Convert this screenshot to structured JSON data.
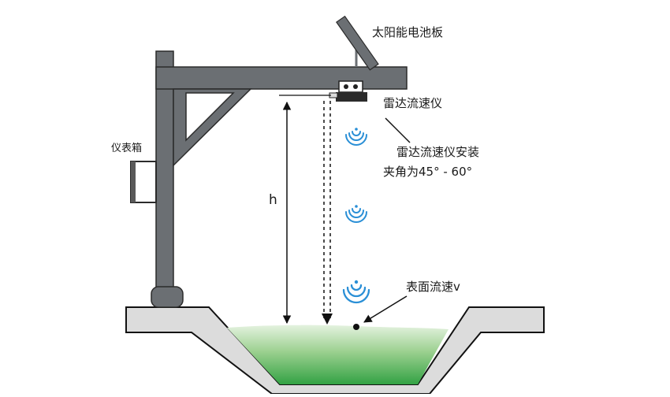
{
  "labels": {
    "solar_panel": "太阳能电池板",
    "radar_flow_meter": "雷达流速仪",
    "install_note_line1": "雷达流速仪安装",
    "install_note_line2": "夹角为45° - 60°",
    "instrument_box": "仪表箱",
    "height": "h",
    "surface_velocity": "表面流速v"
  },
  "colors": {
    "structure": "#6b6f73",
    "channel_fill": "#dcdcdc",
    "water_top": "#d7ecd2",
    "water_bottom": "#39a94a",
    "wave": "#2a8fd6",
    "line": "#111111"
  },
  "icons": {
    "wave_signal": "radar-wave-icon"
  }
}
